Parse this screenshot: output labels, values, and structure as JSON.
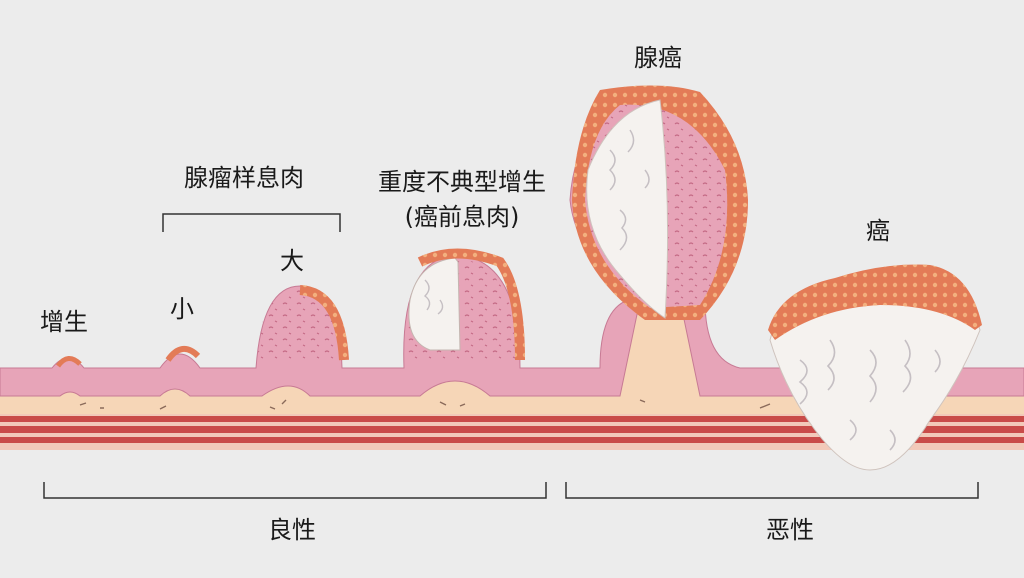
{
  "labels": {
    "hyperplasia": "增生",
    "small": "小",
    "large": "大",
    "adenomatous_polyp": "腺瘤样息肉",
    "severe_dysplasia": "重度不典型增生",
    "precancerous_polyp": "(癌前息肉)",
    "adenocarcinoma": "腺癌",
    "cancer": "癌",
    "benign": "良性",
    "malignant": "恶性"
  },
  "colors": {
    "background": "#ececec",
    "mucosa": "#e7a4b8",
    "mucosa_dark": "#d17f99",
    "submucosa": "#f6d6b7",
    "muscle": "#c94b48",
    "tumor_crust": "#e37b57",
    "necrotic_core": "#f5f2ef"
  }
}
